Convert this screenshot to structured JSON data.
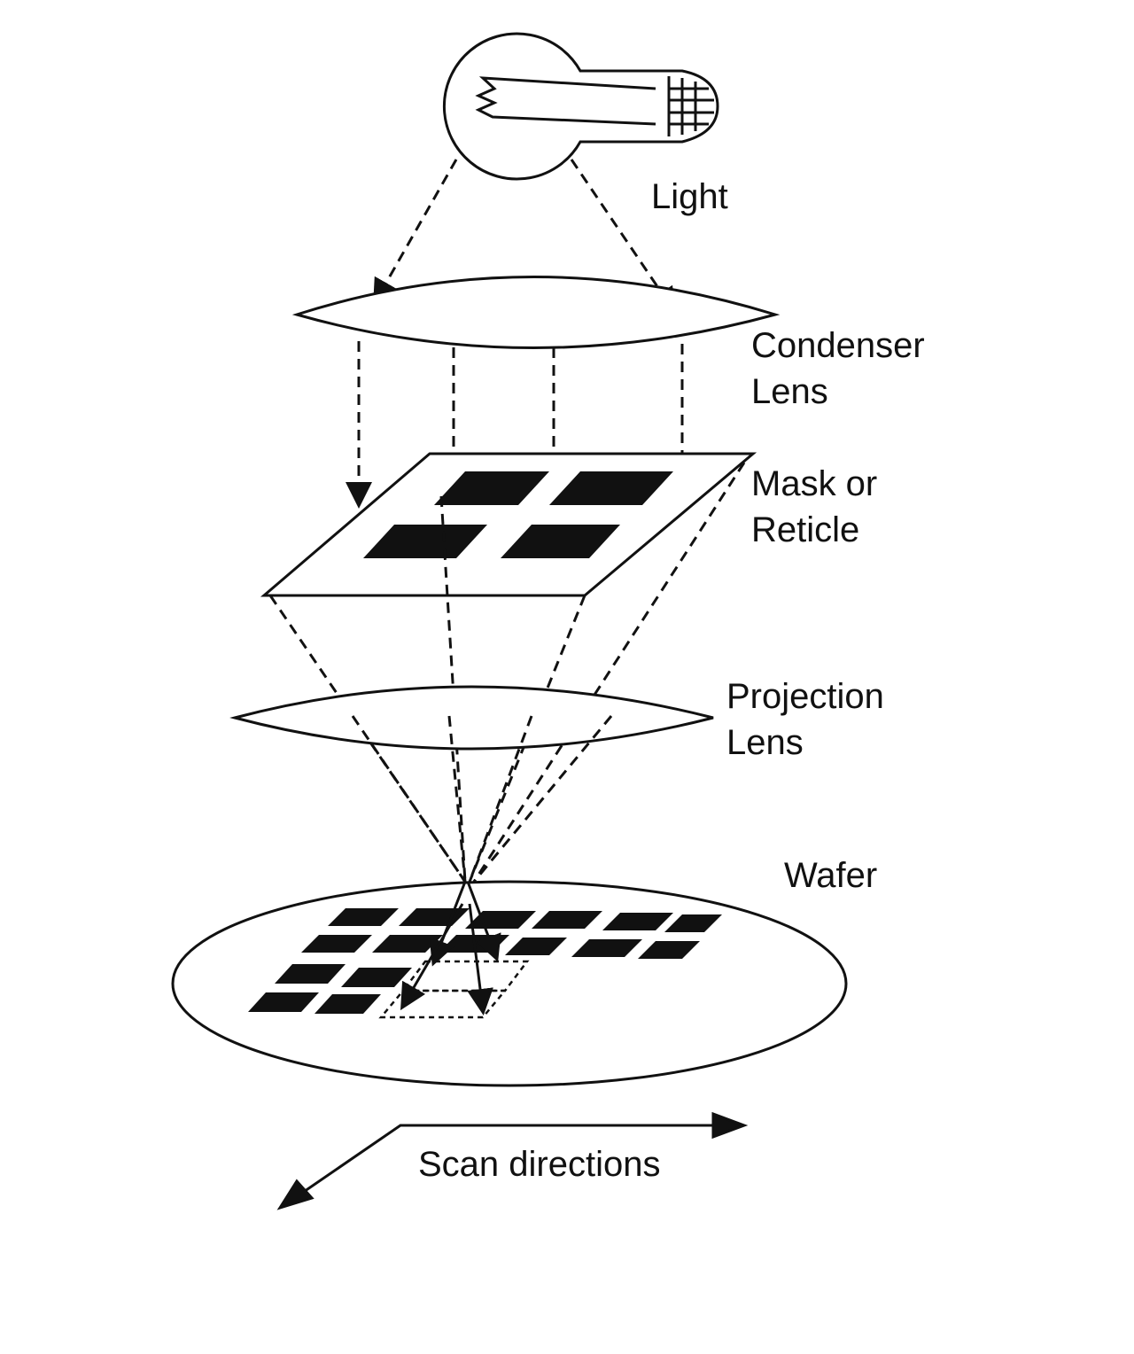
{
  "labels": {
    "light": "Light",
    "condenser_line1": "Condenser",
    "condenser_line2": "Lens",
    "mask_line1": "Mask or",
    "mask_line2": "Reticle",
    "projection_line1": "Projection",
    "projection_line2": "Lens",
    "wafer": "Wafer",
    "scan": "Scan directions"
  },
  "colors": {
    "ink": "#111111",
    "background": "#ffffff"
  }
}
